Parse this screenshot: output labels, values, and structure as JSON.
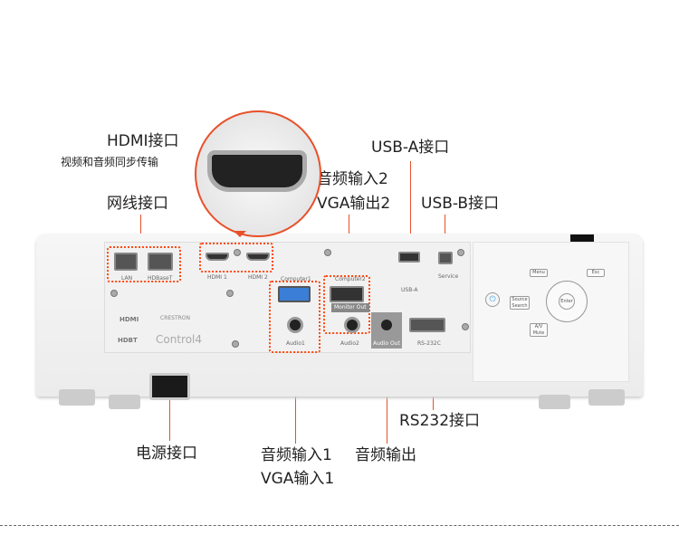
{
  "callouts": {
    "hdmi": "HDMI接口",
    "hdmi_desc": "视频和音频同步传输",
    "lan": "网线接口",
    "usb_a": "USB-A接口",
    "audio_in2": "音频输入2",
    "vga_out2": "VGA输出2",
    "usb_b": "USB-B接口",
    "power": "电源接口",
    "audio_in1": "音频输入1",
    "vga_in1": "VGA输入1",
    "audio_out": "音频输出",
    "rs232": "RS232接口"
  },
  "port_labels": {
    "lan": "LAN",
    "hdbaset": "HDBaseT",
    "hdmi1": "HDMI 1",
    "hdmi2": "HDMI 2",
    "computer1": "Computer1",
    "computer2": "Computer2",
    "monitor_out": "Monitor Out",
    "audio1": "Audio1",
    "audio2": "Audio2",
    "audio_out": "Audio Out",
    "rs232c": "RS-232C",
    "usb_a": "USB-A",
    "service": "Service"
  },
  "logos": {
    "hdmi": "HDMI",
    "crestron": "CRESTRON",
    "hdbt": "HDBT",
    "control4": "Control4"
  },
  "control_buttons": {
    "menu": "Menu",
    "esc": "Esc",
    "source": "Source Search",
    "enter": "Enter",
    "av_mute": "A/V Mute"
  },
  "colors": {
    "accent": "#e8502a",
    "dotted": "#ff4a10"
  }
}
